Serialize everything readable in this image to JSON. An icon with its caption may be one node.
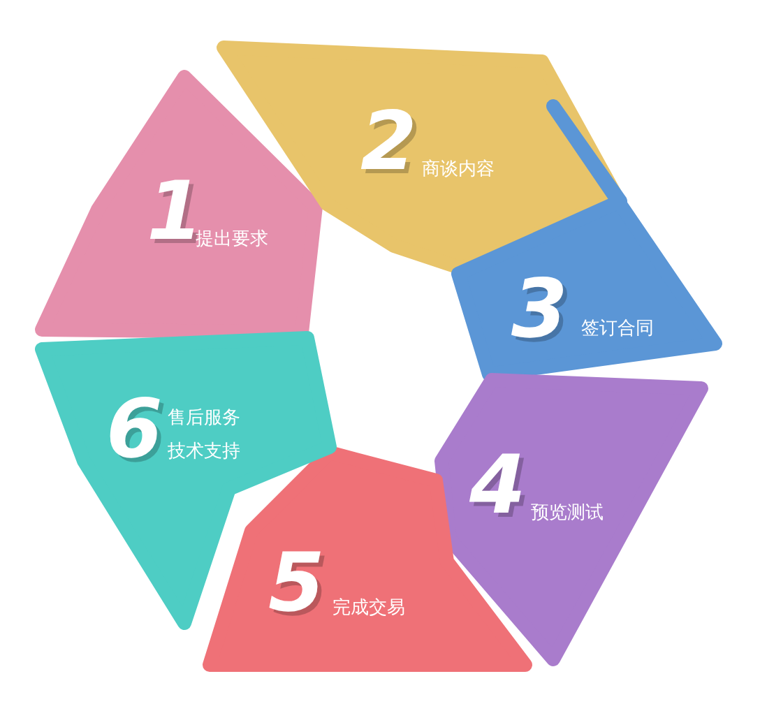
{
  "diagram": {
    "nodes": [
      {
        "text": [
          "1",
          "提出要求"
        ]
      },
      {
        "text": [
          "2",
          "商谈内容"
        ]
      },
      {
        "text": [
          "3",
          "签订合同"
        ]
      },
      {
        "text": [
          "4",
          "预览测试"
        ]
      },
      {
        "text": [
          "5",
          "完成交易"
        ]
      },
      {
        "text": [
          "6",
          "售后服务",
          "技术支持"
        ]
      }
    ]
  }
}
